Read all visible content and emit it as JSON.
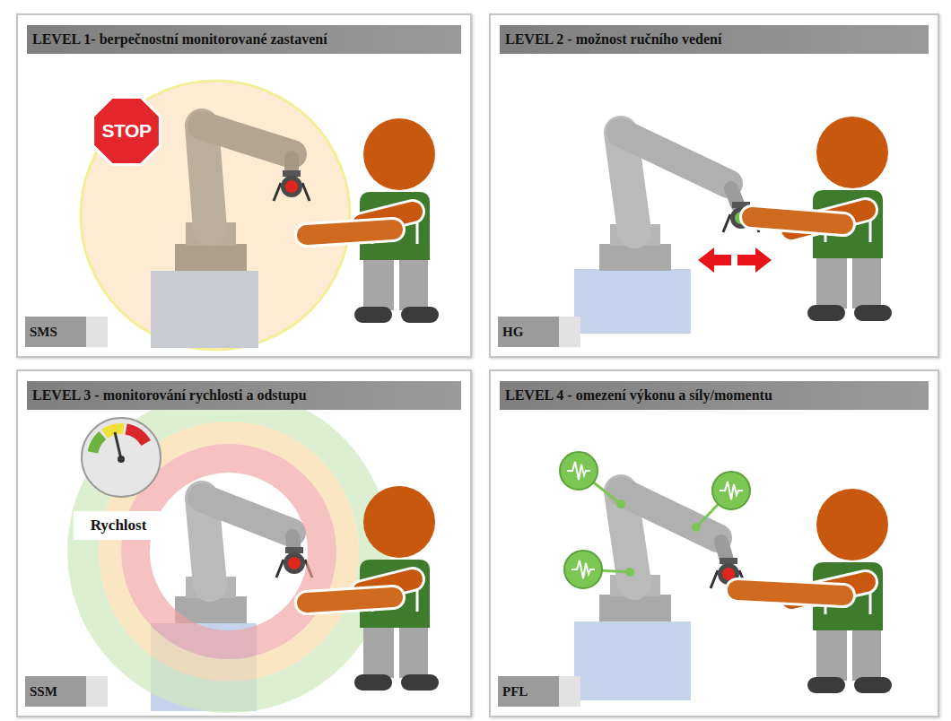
{
  "diagram": {
    "nodes": [
      {
        "text": [
          "LEVEL 1- berpečnostní monitorované zastavení",
          "SMS"
        ]
      },
      {
        "text": [
          "STOP"
        ],
        "in": 0
      },
      {
        "text": [
          "LEVEL 2 - možnost ručního vedení",
          "HG"
        ]
      },
      {
        "text": [
          "LEVEL 3 - monitorování rychlosti a odstupu",
          "SSM"
        ]
      },
      {
        "text": [
          "Rychlost"
        ],
        "in": 3
      },
      {
        "text": [
          "LEVEL 4 - omezení výkonu a síly/momentu",
          "PFL"
        ]
      }
    ]
  }
}
